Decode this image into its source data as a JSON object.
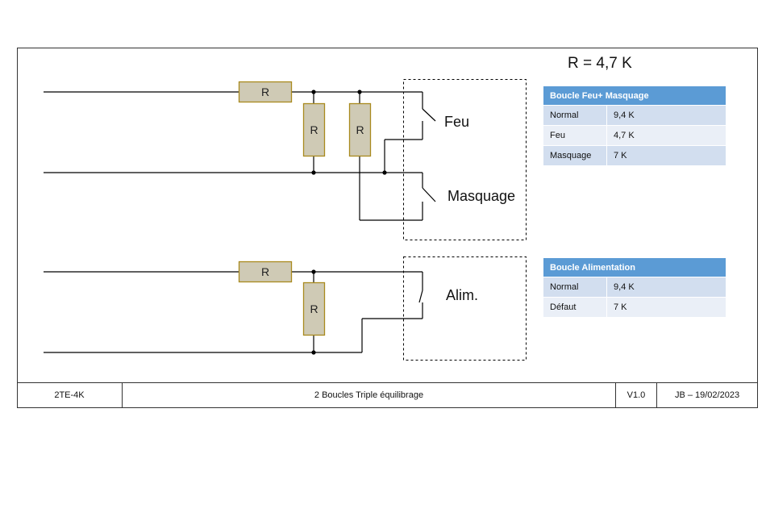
{
  "resistor_value": "R = 4,7 K",
  "resistor_label": "R",
  "contacts": {
    "feu": "Feu",
    "masquage": "Masquage",
    "alim": "Alim."
  },
  "table_feu": {
    "title": "Boucle Feu+ Masquage",
    "rows": [
      {
        "state": "Normal",
        "value": "9,4 K"
      },
      {
        "state": "Feu",
        "value": "4,7 K"
      },
      {
        "state": "Masquage",
        "value": "7 K"
      }
    ]
  },
  "table_alim": {
    "title": "Boucle Alimentation",
    "rows": [
      {
        "state": "Normal",
        "value": "9,4 K"
      },
      {
        "state": "Défaut",
        "value": "7 K"
      }
    ]
  },
  "footer": {
    "ref": "2TE-4K",
    "description": "2 Boucles Triple équilibrage",
    "version": "V1.0",
    "author_date": "JB – 19/02/2023"
  },
  "colors": {
    "resistor_fill": "#cfcab5",
    "resistor_border": "#a98a1e",
    "table_header": "#5b9bd5",
    "row_odd": "#d2deef",
    "row_even": "#eaeff7"
  }
}
